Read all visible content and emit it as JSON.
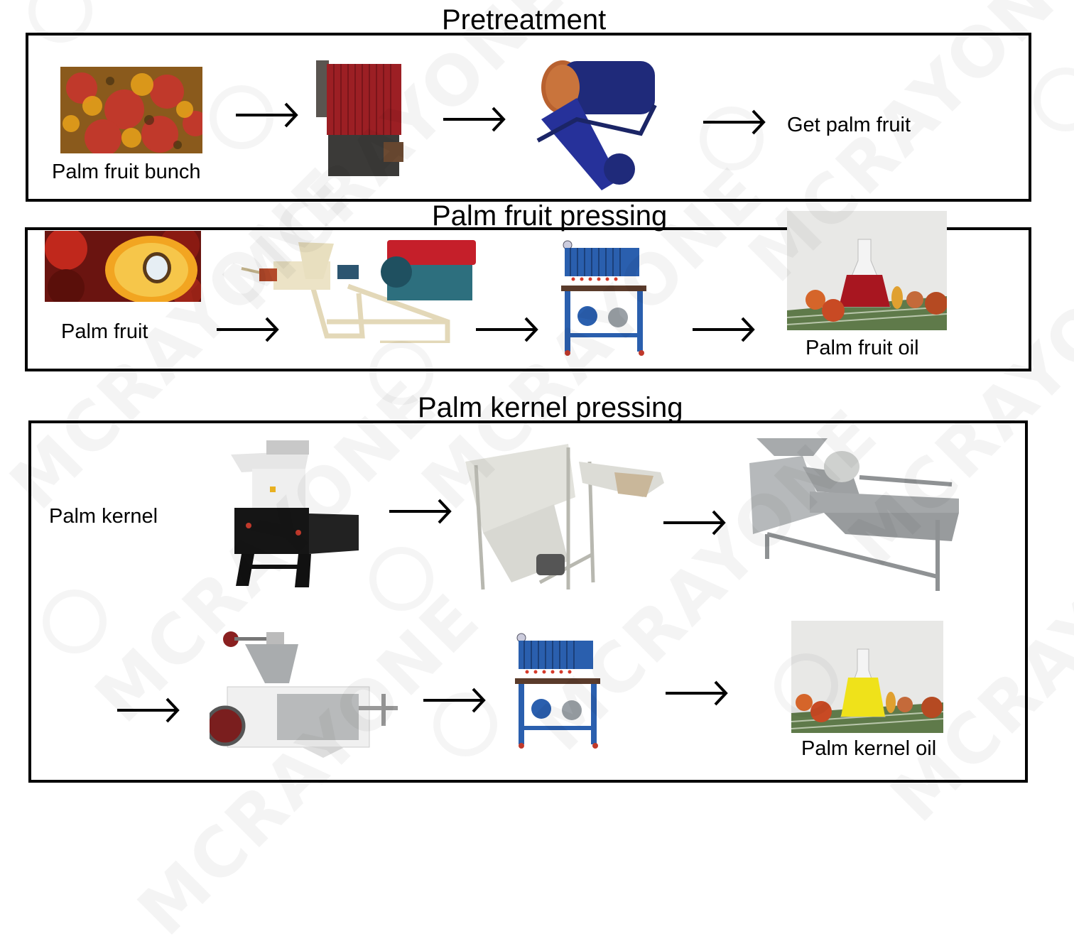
{
  "watermark": "MCRAYONE",
  "sections": [
    {
      "title": "Pretreatment",
      "steps": [
        {
          "label": "Palm fruit bunch",
          "image": "palm-fruit-bunch-photo"
        },
        {
          "label": "",
          "image": "sterilizer-tank"
        },
        {
          "label": "",
          "image": "rotary-drum-thresher"
        },
        {
          "label": "Get palm fruit",
          "image": ""
        }
      ]
    },
    {
      "title": "Palm fruit pressing",
      "steps": [
        {
          "label": "Palm fruit",
          "image": "palm-fruit-photo"
        },
        {
          "label": "",
          "image": "screw-press-with-diesel-engine"
        },
        {
          "label": "",
          "image": "plate-filter-press"
        },
        {
          "label": "Palm fruit oil",
          "image": "red-palm-oil-flask"
        }
      ]
    },
    {
      "title": "Palm kernel pressing",
      "steps": [
        {
          "label": "Palm kernel",
          "image": ""
        },
        {
          "label": "",
          "image": "kernel-crusher"
        },
        {
          "label": "",
          "image": "kernel-separator"
        },
        {
          "label": "",
          "image": "kernel-shell-separator"
        },
        {
          "label": "",
          "image": "screw-oil-press"
        },
        {
          "label": "",
          "image": "plate-filter-press"
        },
        {
          "label": "Palm kernel oil",
          "image": "yellow-kernel-oil-flask"
        }
      ]
    }
  ]
}
